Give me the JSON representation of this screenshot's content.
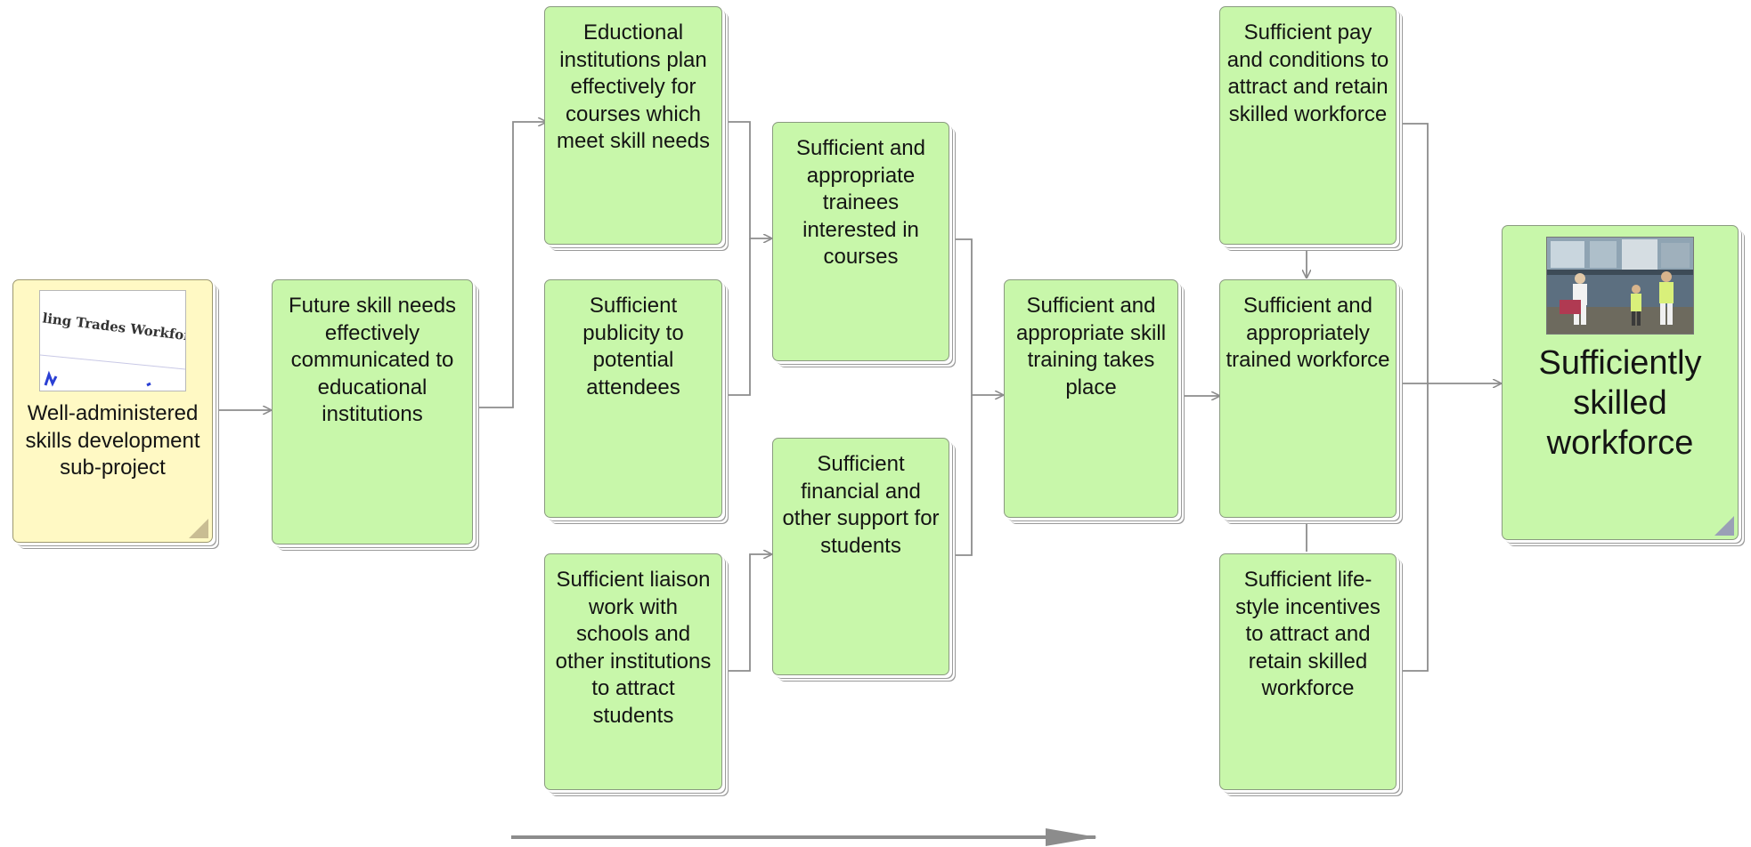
{
  "nodes": {
    "wellAdministered": "Well-administered skills development sub-project",
    "thumbnailText": "ling Trades Workfor",
    "futureSkill": "Future skill needs effectively communicated to educational institutions",
    "eductionalPlan": "Eductional institutions plan effectively for courses which meet skill needs",
    "publicity": "Sufficient publicity to potential attendees",
    "liaison": "Sufficient liaison work with schools and other institutions to attract students",
    "trainees": "Sufficient and appropriate trainees interested in courses",
    "financial": "Sufficient financial and other support for students",
    "skillTraining": "Sufficient and appropriate skill training takes place",
    "payConditions": "Sufficient pay and conditions to attract and retain skilled workforce",
    "trainedWorkforce": "Sufficient and appropriately trained workforce",
    "lifestyle": "Sufficient life-style incentives to attract and retain skilled workforce",
    "skilledWorkforce": "Sufficiently skilled workforce"
  },
  "icons": {
    "thumbnail": "document-thumbnail",
    "photo": "workforce-photo"
  },
  "colors": {
    "greenNode": "#c8f7aa",
    "yellowNode": "#fff9c4",
    "connector": "#8c8c8c",
    "timeArrow": "#8c8c8c"
  }
}
